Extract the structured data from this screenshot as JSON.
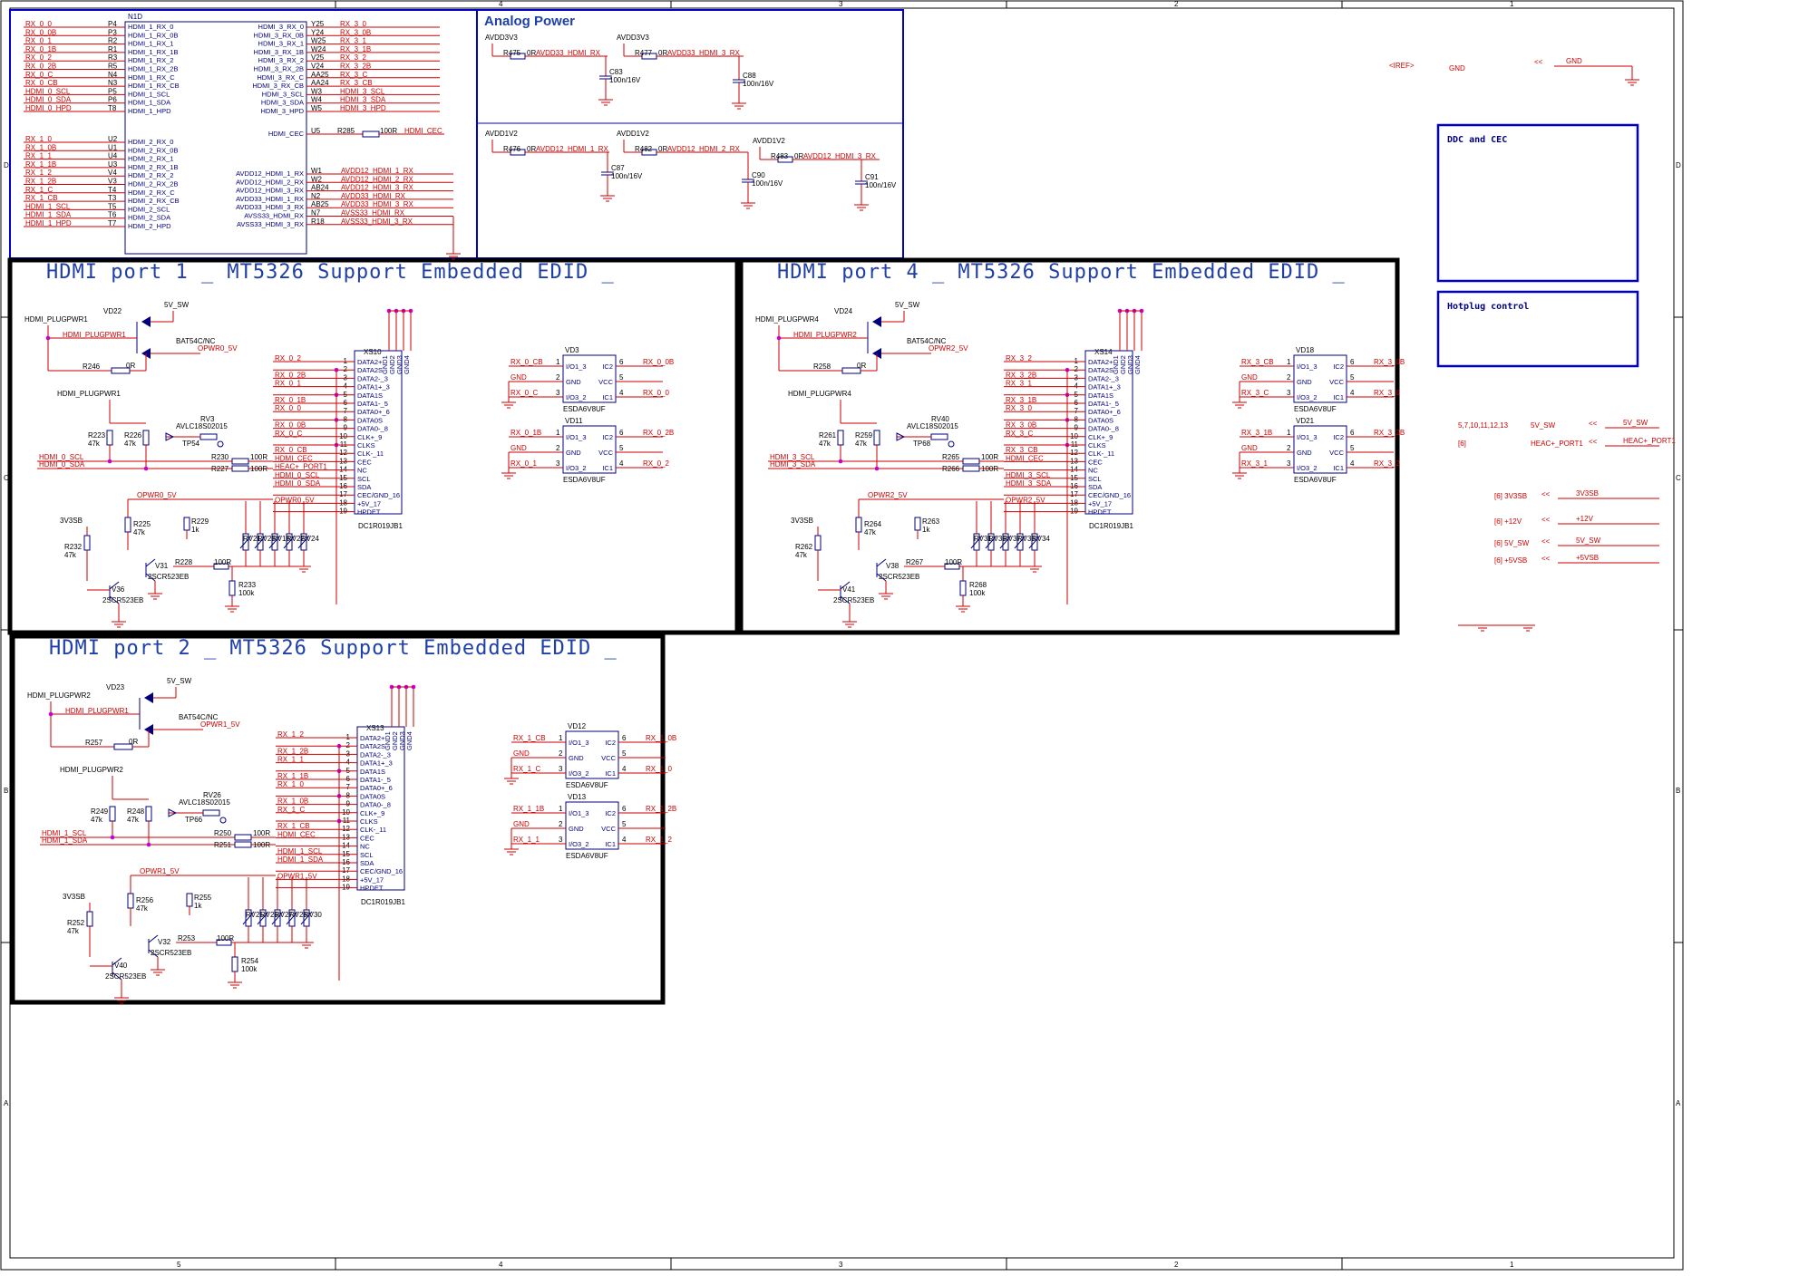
{
  "sheet": {
    "analog_power_title": "Analog Power",
    "ddc_cec_title": "DDC and CEC",
    "hotplug_title": "Hotplug control",
    "iref_label": "<IREF>",
    "iref_gnd": "GND",
    "iref_net": "GND",
    "border_cols_top": [
      "4",
      "3",
      "2",
      "1"
    ],
    "border_cols_bottom": [
      "5",
      "4",
      "3",
      "2",
      "1"
    ],
    "border_rows": [
      "D",
      "C",
      "B",
      "A"
    ]
  },
  "n1d": {
    "ref": "N1D",
    "left_top": [
      {
        "net": "RX_0_0",
        "ball": "P4",
        "pin": "HDMI_1_RX_0"
      },
      {
        "net": "RX_0_0B",
        "ball": "P3",
        "pin": "HDMI_1_RX_0B"
      },
      {
        "net": "RX_0_1",
        "ball": "R2",
        "pin": "HDMI_1_RX_1"
      },
      {
        "net": "RX_0_1B",
        "ball": "R1",
        "pin": "HDMI_1_RX_1B"
      },
      {
        "net": "RX_0_2",
        "ball": "R3",
        "pin": "HDMI_1_RX_2"
      },
      {
        "net": "RX_0_2B",
        "ball": "R5",
        "pin": "HDMI_1_RX_2B"
      },
      {
        "net": "RX_0_C",
        "ball": "N4",
        "pin": "HDMI_1_RX_C"
      },
      {
        "net": "RX_0_CB",
        "ball": "N3",
        "pin": "HDMI_1_RX_CB"
      },
      {
        "net": "HDMI_0_SCL",
        "ball": "P5",
        "pin": "HDMI_1_SCL"
      },
      {
        "net": "HDMI_0_SDA",
        "ball": "P6",
        "pin": "HDMI_1_SDA"
      },
      {
        "net": "HDMI_0_HPD",
        "ball": "T8",
        "pin": "HDMI_1_HPD"
      }
    ],
    "left_bottom": [
      {
        "net": "RX_1_0",
        "ball": "U2",
        "pin": "HDMI_2_RX_0"
      },
      {
        "net": "RX_1_0B",
        "ball": "U1",
        "pin": "HDMI_2_RX_0B"
      },
      {
        "net": "RX_1_1",
        "ball": "U4",
        "pin": "HDMI_2_RX_1"
      },
      {
        "net": "RX_1_1B",
        "ball": "U3",
        "pin": "HDMI_2_RX_1B"
      },
      {
        "net": "RX_1_2",
        "ball": "V4",
        "pin": "HDMI_2_RX_2"
      },
      {
        "net": "RX_1_2B",
        "ball": "V3",
        "pin": "HDMI_2_RX_2B"
      },
      {
        "net": "RX_1_C",
        "ball": "T4",
        "pin": "HDMI_2_RX_C"
      },
      {
        "net": "RX_1_CB",
        "ball": "T3",
        "pin": "HDMI_2_RX_CB"
      },
      {
        "net": "HDMI_1_SCL",
        "ball": "T5",
        "pin": "HDMI_2_SCL"
      },
      {
        "net": "HDMI_1_SDA",
        "ball": "T6",
        "pin": "HDMI_2_SDA"
      },
      {
        "net": "HDMI_1_HPD",
        "ball": "T7",
        "pin": "HDMI_2_HPD"
      }
    ],
    "right_top": [
      {
        "pin": "HDMI_3_RX_0",
        "ball": "Y25",
        "net": "RX_3_0"
      },
      {
        "pin": "HDMI_3_RX_0B",
        "ball": "Y24",
        "net": "RX_3_0B"
      },
      {
        "pin": "HDMI_3_RX_1",
        "ball": "W25",
        "net": "RX_3_1"
      },
      {
        "pin": "HDMI_3_RX_1B",
        "ball": "W24",
        "net": "RX_3_1B"
      },
      {
        "pin": "HDMI_3_RX_2",
        "ball": "V25",
        "net": "RX_3_2"
      },
      {
        "pin": "HDMI_3_RX_2B",
        "ball": "V24",
        "net": "RX_3_2B"
      },
      {
        "pin": "HDMI_3_RX_C",
        "ball": "AA25",
        "net": "RX_3_C"
      },
      {
        "pin": "HDMI_3_RX_CB",
        "ball": "AA24",
        "net": "RX_3_CB"
      },
      {
        "pin": "HDMI_3_SCL",
        "ball": "W3",
        "net": "HDMI_3_SCL"
      },
      {
        "pin": "HDMI_3_SDA",
        "ball": "W4",
        "net": "HDMI_3_SDA"
      },
      {
        "pin": "HDMI_3_HPD",
        "ball": "W5",
        "net": "HDMI_3_HPD"
      }
    ],
    "cec": {
      "pin": "HDMI_CEC",
      "ball": "U5",
      "res": "R285",
      "val": "100R",
      "net": "HDMI_CEC"
    },
    "right_power": [
      {
        "pin": "AVDD12_HDMI_1_RX",
        "ball": "W1",
        "net": "AVDD12_HDMI_1_RX"
      },
      {
        "pin": "AVDD12_HDMI_2_RX",
        "ball": "W2",
        "net": "AVDD12_HDMI_2_RX"
      },
      {
        "pin": "AVDD12_HDMI_3_RX",
        "ball": "AB24",
        "net": "AVDD12_HDMI_3_RX"
      },
      {
        "pin": "AVDD33_HDMI_1_RX",
        "ball": "N2",
        "net": "AVDD33_HDMI_RX"
      },
      {
        "pin": "AVDD33_HDMI_3_RX",
        "ball": "AB25",
        "net": "AVDD33_HDMI_3_RX"
      },
      {
        "pin": "AVSS33_HDMI_RX",
        "ball": "N7",
        "net": "AVSS33_HDMI_RX"
      },
      {
        "pin": "AVSS33_HDMI_3_RX",
        "ball": "R18",
        "net": "AVSS33_HDMI_3_RX"
      }
    ]
  },
  "analog": {
    "top": [
      {
        "rail": "AVDD3V3",
        "res": "R475",
        "val": "0R",
        "net": "AVDD33_HDMI_RX",
        "cap": "C83",
        "capval": "100n/16V"
      },
      {
        "rail": "AVDD3V3",
        "res": "R477",
        "val": "0R",
        "net": "AVDD33_HDMI_3_RX",
        "cap": "C88",
        "capval": "100n/16V"
      }
    ],
    "bottom": [
      {
        "rail": "AVDD1V2",
        "res": "R476",
        "val": "0R",
        "net": "AVDD12_HDMI_1_RX",
        "cap": "C87",
        "capval": "100n/16V"
      },
      {
        "rail": "AVDD1V2",
        "res": "R482",
        "val": "0R",
        "net": "AVDD12_HDMI_2_RX",
        "cap": "C90",
        "capval": "100n/16V"
      },
      {
        "rail": "AVDD1V2",
        "res": "R483",
        "val": "0R",
        "net": "AVDD12_HDMI_3_RX",
        "cap": "C91",
        "capval": "100n/16V"
      }
    ]
  },
  "connector_pins": [
    "DATA2+",
    "DATA2S",
    "DATA2-_3",
    "DATA1+_3",
    "DATA1S",
    "DATA1-_5",
    "DATA0+_6",
    "DATA0S",
    "DATA0-_8",
    "CLK+_9",
    "CLKS",
    "CLK-_11",
    "CEC",
    "NC",
    "SCL",
    "SDA",
    "CEC/GND_16",
    "+5V_17",
    "HPDET"
  ],
  "port1": {
    "title": "HDMI port 1 _ MT5326 Support Embedded EDID _",
    "plug": "HDMI_PLUGPWR1",
    "plug_net": "HDMI_PLUGPWR1",
    "plug_r": "HDMI_PLUGPWR1",
    "diode": "VD22",
    "diode_part": "BAT54C/NC",
    "sw5v": "5V_SW",
    "opwr": "OPWR0_5V",
    "r_bridge": "R246",
    "r_bridge_val": "0R",
    "conn": "XS10",
    "conn_part": "DC1R019JB1",
    "nets": [
      "RX_0_2",
      "",
      "RX_0_2B",
      "RX_0_1",
      "",
      "RX_0_1B",
      "RX_0_0",
      "",
      "RX_0_0B",
      "RX_0_C",
      "",
      "RX_0_CB",
      "HDMI_CEC",
      "HEAC+_PORT1",
      "HDMI_0_SCL",
      "HDMI_0_SDA",
      "",
      "OPWR0_5V",
      ""
    ],
    "rv": "RV3",
    "rv_part": "AVLC18S02015",
    "tp": "TP54",
    "r_a": "R223",
    "r_a_val": "47k",
    "r_b": "R226",
    "r_b_val": "47k",
    "r_scl": "R230",
    "r_sda": "R227",
    "r_ser_val": "100R",
    "scl_net": "HDMI_0_SCL",
    "sda_net": "HDMI_0_SDA",
    "r_c": "R225",
    "r_c_val": "47k",
    "r_d": "R229",
    "r_d_val": "1k",
    "r_e": "R232",
    "r_e_val": "47k",
    "r_f": "R228",
    "r_f_val": "100R",
    "r_g": "R233",
    "r_g_val": "100k",
    "q1": "V31",
    "q2": "V36",
    "q_part": "2SCR523EB",
    "rvs": [
      "RV21",
      "RV23",
      "RV18",
      "RV22",
      "RV24"
    ],
    "v3": "3V3SB",
    "esd": [
      {
        "ref": "VD3",
        "part": "ESDA6V8UF",
        "l1": "RX_0_CB",
        "l2": "GND",
        "l3": "RX_0_C",
        "r1": "RX_0_0B",
        "r3": "RX_0_0"
      },
      {
        "ref": "VD11",
        "part": "ESDA6V8UF",
        "l1": "RX_0_1B",
        "l2": "GND",
        "l3": "RX_0_1",
        "r1": "RX_0_2B",
        "r3": "RX_0_2"
      }
    ]
  },
  "port4": {
    "title": "HDMI port 4 _ MT5326 Support Embedded EDID _",
    "plug": "HDMI_PLUGPWR4",
    "plug_net": "HDMI_PLUGPWR2",
    "plug_r": "HDMI_PLUGPWR4",
    "diode": "VD24",
    "diode_part": "BAT54C/NC",
    "sw5v": "5V_SW",
    "opwr": "OPWR2_5V",
    "r_bridge": "R258",
    "r_bridge_val": "0R",
    "conn": "XS14",
    "conn_part": "DC1R019JB1",
    "nets": [
      "RX_3_2",
      "",
      "RX_3_2B",
      "RX_3_1",
      "",
      "RX_3_1B",
      "RX_3_0",
      "",
      "RX_3_0B",
      "RX_3_C",
      "",
      "RX_3_CB",
      "HDMI_CEC",
      "",
      "HDMI_3_SCL",
      "HDMI_3_SDA",
      "",
      "OPWR2_5V",
      ""
    ],
    "rv": "RV40",
    "rv_part": "AVLC18S02015",
    "tp": "TP68",
    "r_a": "R261",
    "r_a_val": "47k",
    "r_b": "R259",
    "r_b_val": "47k",
    "r_scl": "R265",
    "r_sda": "R266",
    "r_ser_val": "100R",
    "scl_net": "HDMI_3_SCL",
    "sda_net": "HDMI_3_SDA",
    "r_c": "R264",
    "r_c_val": "47k",
    "r_d": "R263",
    "r_d_val": "1k",
    "r_e": "R262",
    "r_e_val": "47k",
    "r_f": "R267",
    "r_f_val": "100R",
    "r_g": "R268",
    "r_g_val": "100k",
    "q1": "V38",
    "q2": "V41",
    "q_part": "2SCR523EB",
    "rvs": [
      "RV31",
      "RV39",
      "RV37",
      "RV33",
      "RV34"
    ],
    "v3": "3V3SB",
    "esd": [
      {
        "ref": "VD18",
        "part": "ESDA6V8UF",
        "l1": "RX_3_CB",
        "l2": "GND",
        "l3": "RX_3_C",
        "r1": "RX_3_0B",
        "r3": "RX_3_0"
      },
      {
        "ref": "VD21",
        "part": "ESDA6V8UF",
        "l1": "RX_3_1B",
        "l2": "GND",
        "l3": "RX_3_1",
        "r1": "RX_3_2B",
        "r3": "RX_3_2"
      }
    ]
  },
  "port2": {
    "title": "HDMI port 2 _ MT5326 Support Embedded EDID _",
    "plug": "HDMI_PLUGPWR2",
    "plug_net": "HDMI_PLUGPWR1",
    "plug_r": "HDMI_PLUGPWR2",
    "diode": "VD23",
    "diode_part": "BAT54C/NC",
    "sw5v": "5V_SW",
    "opwr": "OPWR1_5V",
    "r_bridge": "R257",
    "r_bridge_val": "0R",
    "conn": "XS13",
    "conn_part": "DC1R019JB1",
    "nets": [
      "RX_1_2",
      "",
      "RX_1_2B",
      "RX_1_1",
      "",
      "RX_1_1B",
      "RX_1_0",
      "",
      "RX_1_0B",
      "RX_1_C",
      "",
      "RX_1_CB",
      "HDMI_CEC",
      "",
      "HDMI_1_SCL",
      "HDMI_1_SDA",
      "",
      "OPWR1_5V",
      ""
    ],
    "rv": "RV26",
    "rv_part": "AVLC18S02015",
    "tp": "TP66",
    "r_a": "R249",
    "r_a_val": "47k",
    "r_b": "R248",
    "r_b_val": "47k",
    "r_scl": "R250",
    "r_sda": "R251",
    "r_ser_val": "100R",
    "scl_net": "HDMI_1_SCL",
    "sda_net": "HDMI_1_SDA",
    "r_c": "R256",
    "r_c_val": "47k",
    "r_d": "R255",
    "r_d_val": "1k",
    "r_e": "R252",
    "r_e_val": "47k",
    "r_f": "R253",
    "r_f_val": "100R",
    "r_g": "R254",
    "r_g_val": "100k",
    "q1": "V32",
    "q2": "V40",
    "q_part": "2SCR523EB",
    "rvs": [
      "RV25",
      "RV29",
      "RV27",
      "RV28",
      "RV30"
    ],
    "v3": "3V3SB",
    "esd": [
      {
        "ref": "VD12",
        "part": "ESDA6V8UF",
        "l1": "RX_1_CB",
        "l2": "GND",
        "l3": "RX_1_C",
        "r1": "RX_1_0B",
        "r3": "RX_1_0"
      },
      {
        "ref": "VD13",
        "part": "ESDA6V8UF",
        "l1": "RX_1_1B",
        "l2": "GND",
        "l3": "RX_1_1",
        "r1": "RX_1_2B",
        "r3": "RX_1_2"
      }
    ]
  },
  "offsheet": {
    "left": [
      "5,7,10,11,12,13",
      "[6]",
      "[6] 3V3SB",
      "[6] +12V",
      "[6] 5V_SW",
      "[6] +5VSB"
    ],
    "mid": [
      "5V_SW",
      "HEAC+_PORT1",
      "",
      "",
      "",
      ""
    ],
    "right": [
      "5V_SW",
      "HEAC+_PORT1",
      "3V3SB",
      "+12V",
      "5V_SW",
      "+5VSB"
    ]
  }
}
